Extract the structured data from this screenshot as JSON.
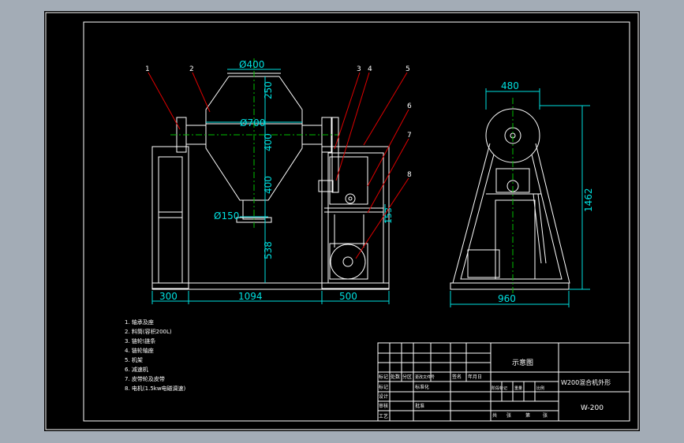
{
  "drawing": {
    "part_numbers": [
      "1",
      "2",
      "3",
      "4",
      "5",
      "6",
      "7",
      "8"
    ],
    "front_view_dims": {
      "d_top": "Ø400",
      "d_mid": "Ø700",
      "d_bottom": "Ø150",
      "h_top": "250",
      "h_mid": "400",
      "h_low": "400",
      "h_base": "538",
      "h_right": "153",
      "w_left": "300",
      "w_center": "1094",
      "w_right": "500"
    },
    "side_view_dims": {
      "w_top": "480",
      "height": "1462",
      "w_bottom": "960"
    },
    "parts_list": [
      "1. 轴承及座",
      "2. 料筒(容积200L)",
      "3. 链轮\\链条",
      "4. 链轮轴座",
      "5. 机架",
      "6. 减速机",
      "7. 皮带轮及皮带",
      "8. 电机(1.5kw电磁调速)"
    ],
    "title_block": {
      "drawing_type": "示意图",
      "title": "W200混合机外形",
      "code": "W-200",
      "row_labels": [
        "标记",
        "处数",
        "分区",
        "更改文件号",
        "签名",
        "年月日"
      ],
      "left_labels": [
        "标记",
        "设计",
        "审核",
        "工艺"
      ],
      "mid_labels": [
        "标准化",
        "批准"
      ],
      "right_labels": [
        "阶段标记",
        "重量",
        "比例"
      ],
      "sheet_labels": [
        "共",
        "张",
        "第",
        "张"
      ]
    }
  },
  "colors": {
    "background": "#a3acb6",
    "sheet": "#000000",
    "outline": "#ffffff",
    "dimension": "#00e0e0",
    "leader": "#e00000",
    "center": "#00c000"
  }
}
